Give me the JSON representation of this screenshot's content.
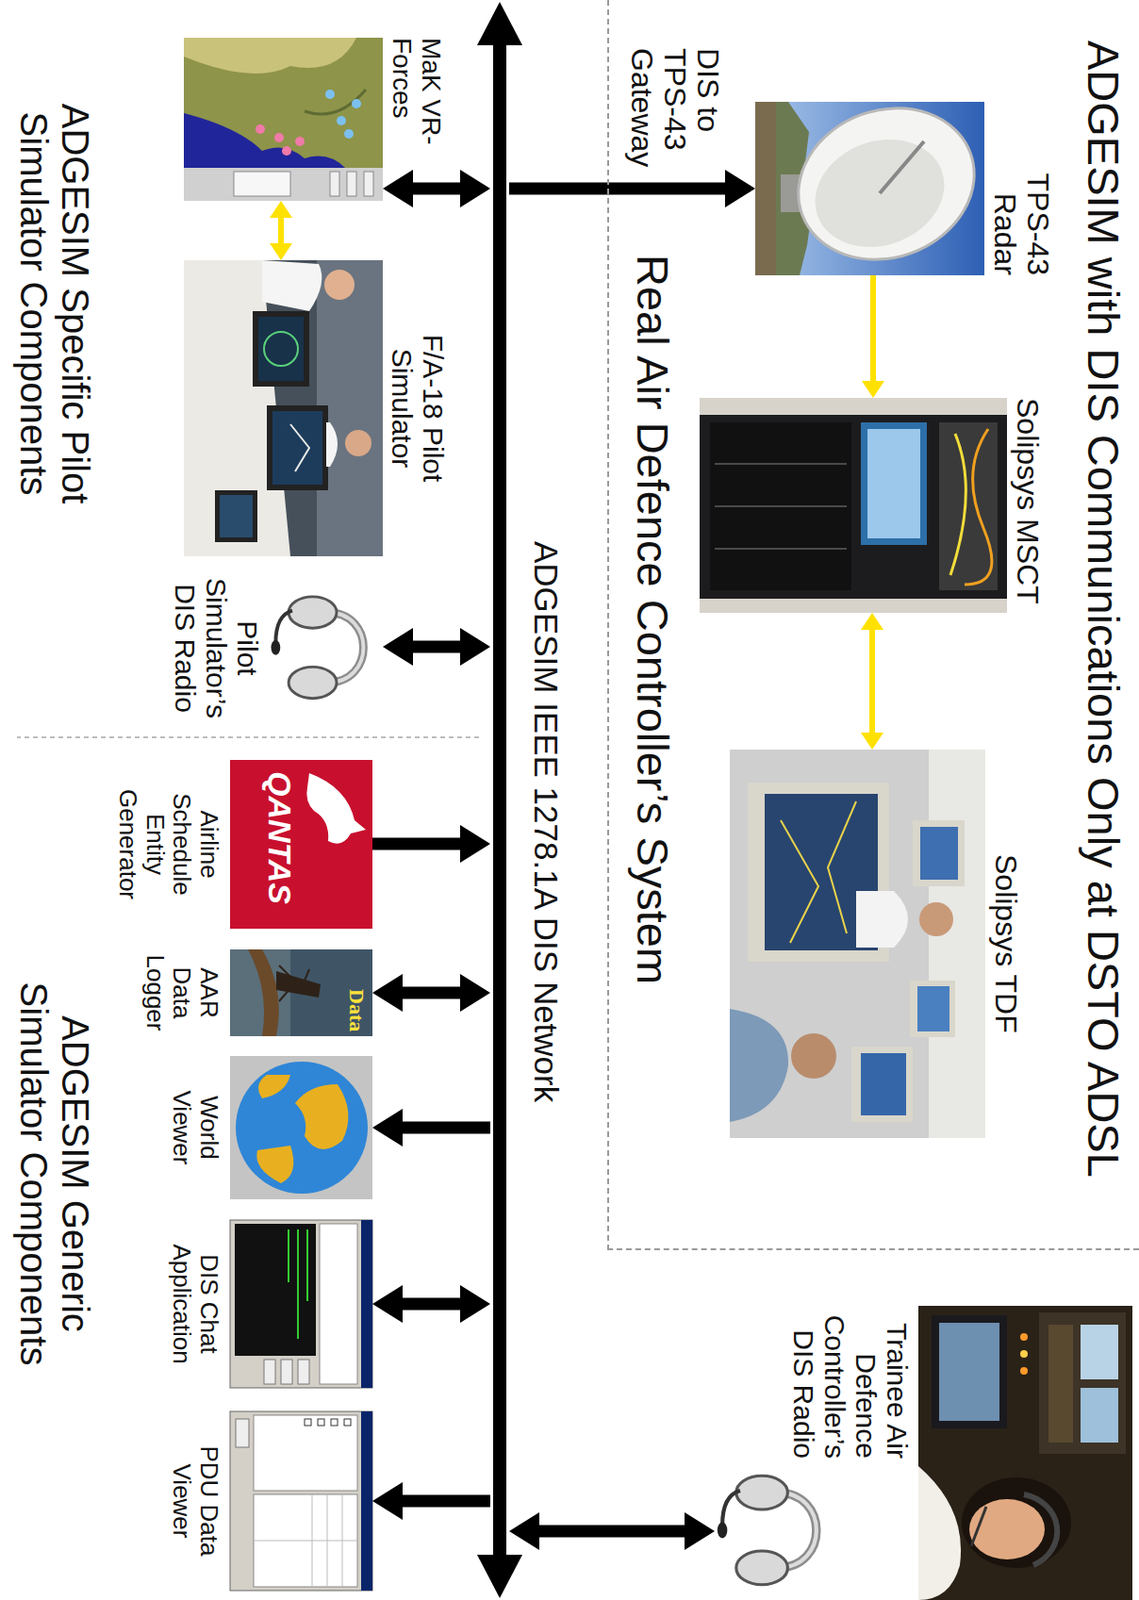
{
  "diagram": {
    "title": "ADGESIM with DIS Communications Only at DSTO ADSL",
    "nodes": [
      {
        "text": [
          "Real Air Defence Controller’s System"
        ]
      },
      {
        "text": [
          "TPS-43 Radar"
        ],
        "in": 0
      },
      {
        "text": [
          "Solipsys MSCT"
        ],
        "in": 0
      },
      {
        "text": [
          "Solipsys TDF"
        ],
        "in": 0
      },
      {
        "text": [
          "Trainee Air Defence Controller’s DIS Radio"
        ]
      },
      {
        "text": [
          "ADGESIM IEEE 1278.1A DIS Network"
        ]
      },
      {
        "text": [
          "MaK VR-Forces"
        ]
      },
      {
        "text": [
          "F/A-18 Pilot Simulator"
        ]
      },
      {
        "text": [
          "Pilot Simulator’s DIS Radio"
        ]
      },
      {
        "text": [
          "Airline Schedule Entity Generator"
        ]
      },
      {
        "text": [
          "AAR Data Logger"
        ]
      },
      {
        "text": [
          "World Viewer"
        ]
      },
      {
        "text": [
          "DIS Chat Application"
        ]
      },
      {
        "text": [
          "PDU Data Viewer"
        ]
      }
    ],
    "edges": [
      {
        "from": 5,
        "to": 1,
        "arrow": "to",
        "label": "DIS to TPS-43 Gateway"
      },
      {
        "from": 1,
        "to": 2,
        "arrow": "to"
      },
      {
        "from": 2,
        "to": 3,
        "arrow": "both"
      },
      {
        "from": 5,
        "to": 4,
        "arrow": "both"
      },
      {
        "from": 5,
        "to": 6,
        "arrow": "both"
      },
      {
        "from": 6,
        "to": 7,
        "arrow": "both"
      },
      {
        "from": 5,
        "to": 8,
        "arrow": "both"
      },
      {
        "from": 9,
        "to": 5,
        "arrow": "to"
      },
      {
        "from": 5,
        "to": 10,
        "arrow": "both"
      },
      {
        "from": 5,
        "to": 11,
        "arrow": "to"
      },
      {
        "from": 5,
        "to": 12,
        "arrow": "both"
      },
      {
        "from": 5,
        "to": 13,
        "arrow": "to"
      }
    ],
    "labels": [
      "ADGESIM Specific Pilot Simulator Components",
      "ADGESIM Generic Simulator Components",
      "QANTAS",
      "Data"
    ]
  }
}
